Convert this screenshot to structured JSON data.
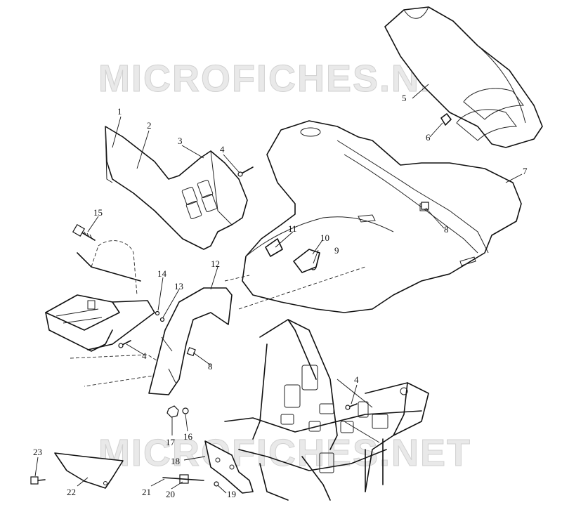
{
  "watermark": {
    "text_top": "MICROFICHES.NET",
    "text_bottom": "MICROFICHES.NET"
  },
  "callouts": {
    "c1": "1",
    "c2": "2",
    "c3": "3",
    "c4a": "4",
    "c4b": "4",
    "c4c": "4",
    "c5": "5",
    "c6": "6",
    "c7": "7",
    "c8a": "8",
    "c8b": "8",
    "c9": "9",
    "c10": "10",
    "c11": "11",
    "c12": "12",
    "c13": "13",
    "c14": "14",
    "c15": "15",
    "c16": "16",
    "c17": "17",
    "c18": "18",
    "c19": "19",
    "c20": "20",
    "c21": "21",
    "c22": "22",
    "c23": "23"
  }
}
